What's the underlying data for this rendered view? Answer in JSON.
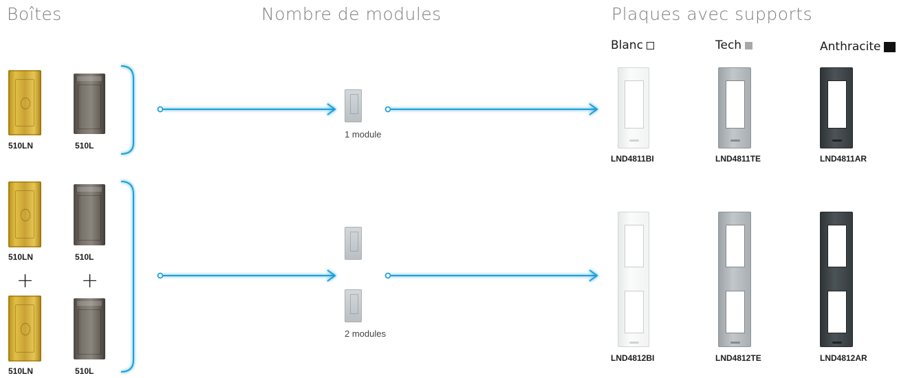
{
  "headers": {
    "boxes": "Boîtes",
    "modules": "Nombre de modules",
    "plates": "Plaques avec supports"
  },
  "colors": [
    {
      "label": "Blanc",
      "swatch": "white-square"
    },
    {
      "label": "Tech",
      "swatch": "grey-square"
    },
    {
      "label": "Anthracite",
      "swatch": "black-square"
    }
  ],
  "row1": {
    "boxes": [
      "510LN",
      "510L"
    ],
    "module_label": "1 module",
    "plates": [
      "LND4811BI",
      "LND4811TE",
      "LND4811AR"
    ]
  },
  "row2": {
    "boxes_top": [
      "510LN",
      "510L"
    ],
    "plus": "+",
    "boxes_bottom": [
      "510LN",
      "510L"
    ],
    "module_label": "2 modules",
    "plates": [
      "LND4812BI",
      "LND4812TE",
      "LND4812AR"
    ]
  },
  "style": {
    "accent": "#1f9fd8",
    "title_color": "#7d7d7d"
  }
}
